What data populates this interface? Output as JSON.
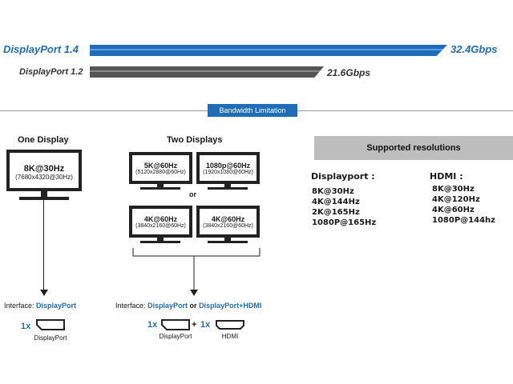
{
  "bars": {
    "dp14": {
      "label": "DisplayPort 1.4",
      "value": "32.4Gbps",
      "color": "#1f6db8"
    },
    "dp12": {
      "label": "DisplayPort 1.2",
      "value": "21.6Gbps",
      "color": "#555555"
    }
  },
  "banner": {
    "label": "Bandwidth Limitation",
    "color": "#1f6db8"
  },
  "one_display": {
    "title": "One Display",
    "monitor": {
      "main": "8K@30Hz",
      "sub": "(7680x4320@30Hz)"
    },
    "interface_prefix": "Interface: ",
    "interface_value": "DisplayPort",
    "count": "1x",
    "port_caption": "DisplayPort"
  },
  "two_displays": {
    "title": "Two Displays",
    "monitors": [
      {
        "main": "5K@60Hz",
        "sub": "(5120x2880@60Hz)"
      },
      {
        "main": "1080p@60Hz",
        "sub": "(1920x1080@60Hz)"
      },
      {
        "main": "4K@60Hz",
        "sub": "(3840x2160@60Hz)"
      },
      {
        "main": "4K@60Hz",
        "sub": "(3840x2160@60Hz)"
      }
    ],
    "or_label": "or",
    "interface_prefix": "Interface: ",
    "interface_dp": "DisplayPort",
    "interface_or": " or ",
    "interface_combo": "DisplayPort+HDMI",
    "count_dp": "1x",
    "plus": "+",
    "count_hdmi": "1x",
    "caption_dp": "DisplayPort",
    "caption_hdmi": "HDMI"
  },
  "supported": {
    "header": "Supported resolutions",
    "displayport_title": "Displayport :",
    "displayport": [
      "8K@30Hz",
      "4K@144Hz",
      "2K@165Hz",
      "1080P@165Hz"
    ],
    "hdmi_title": "HDMI :",
    "hdmi": [
      "8K@30Hz",
      "4K@120Hz",
      "4K@60Hz",
      "1080P@144hz"
    ]
  }
}
